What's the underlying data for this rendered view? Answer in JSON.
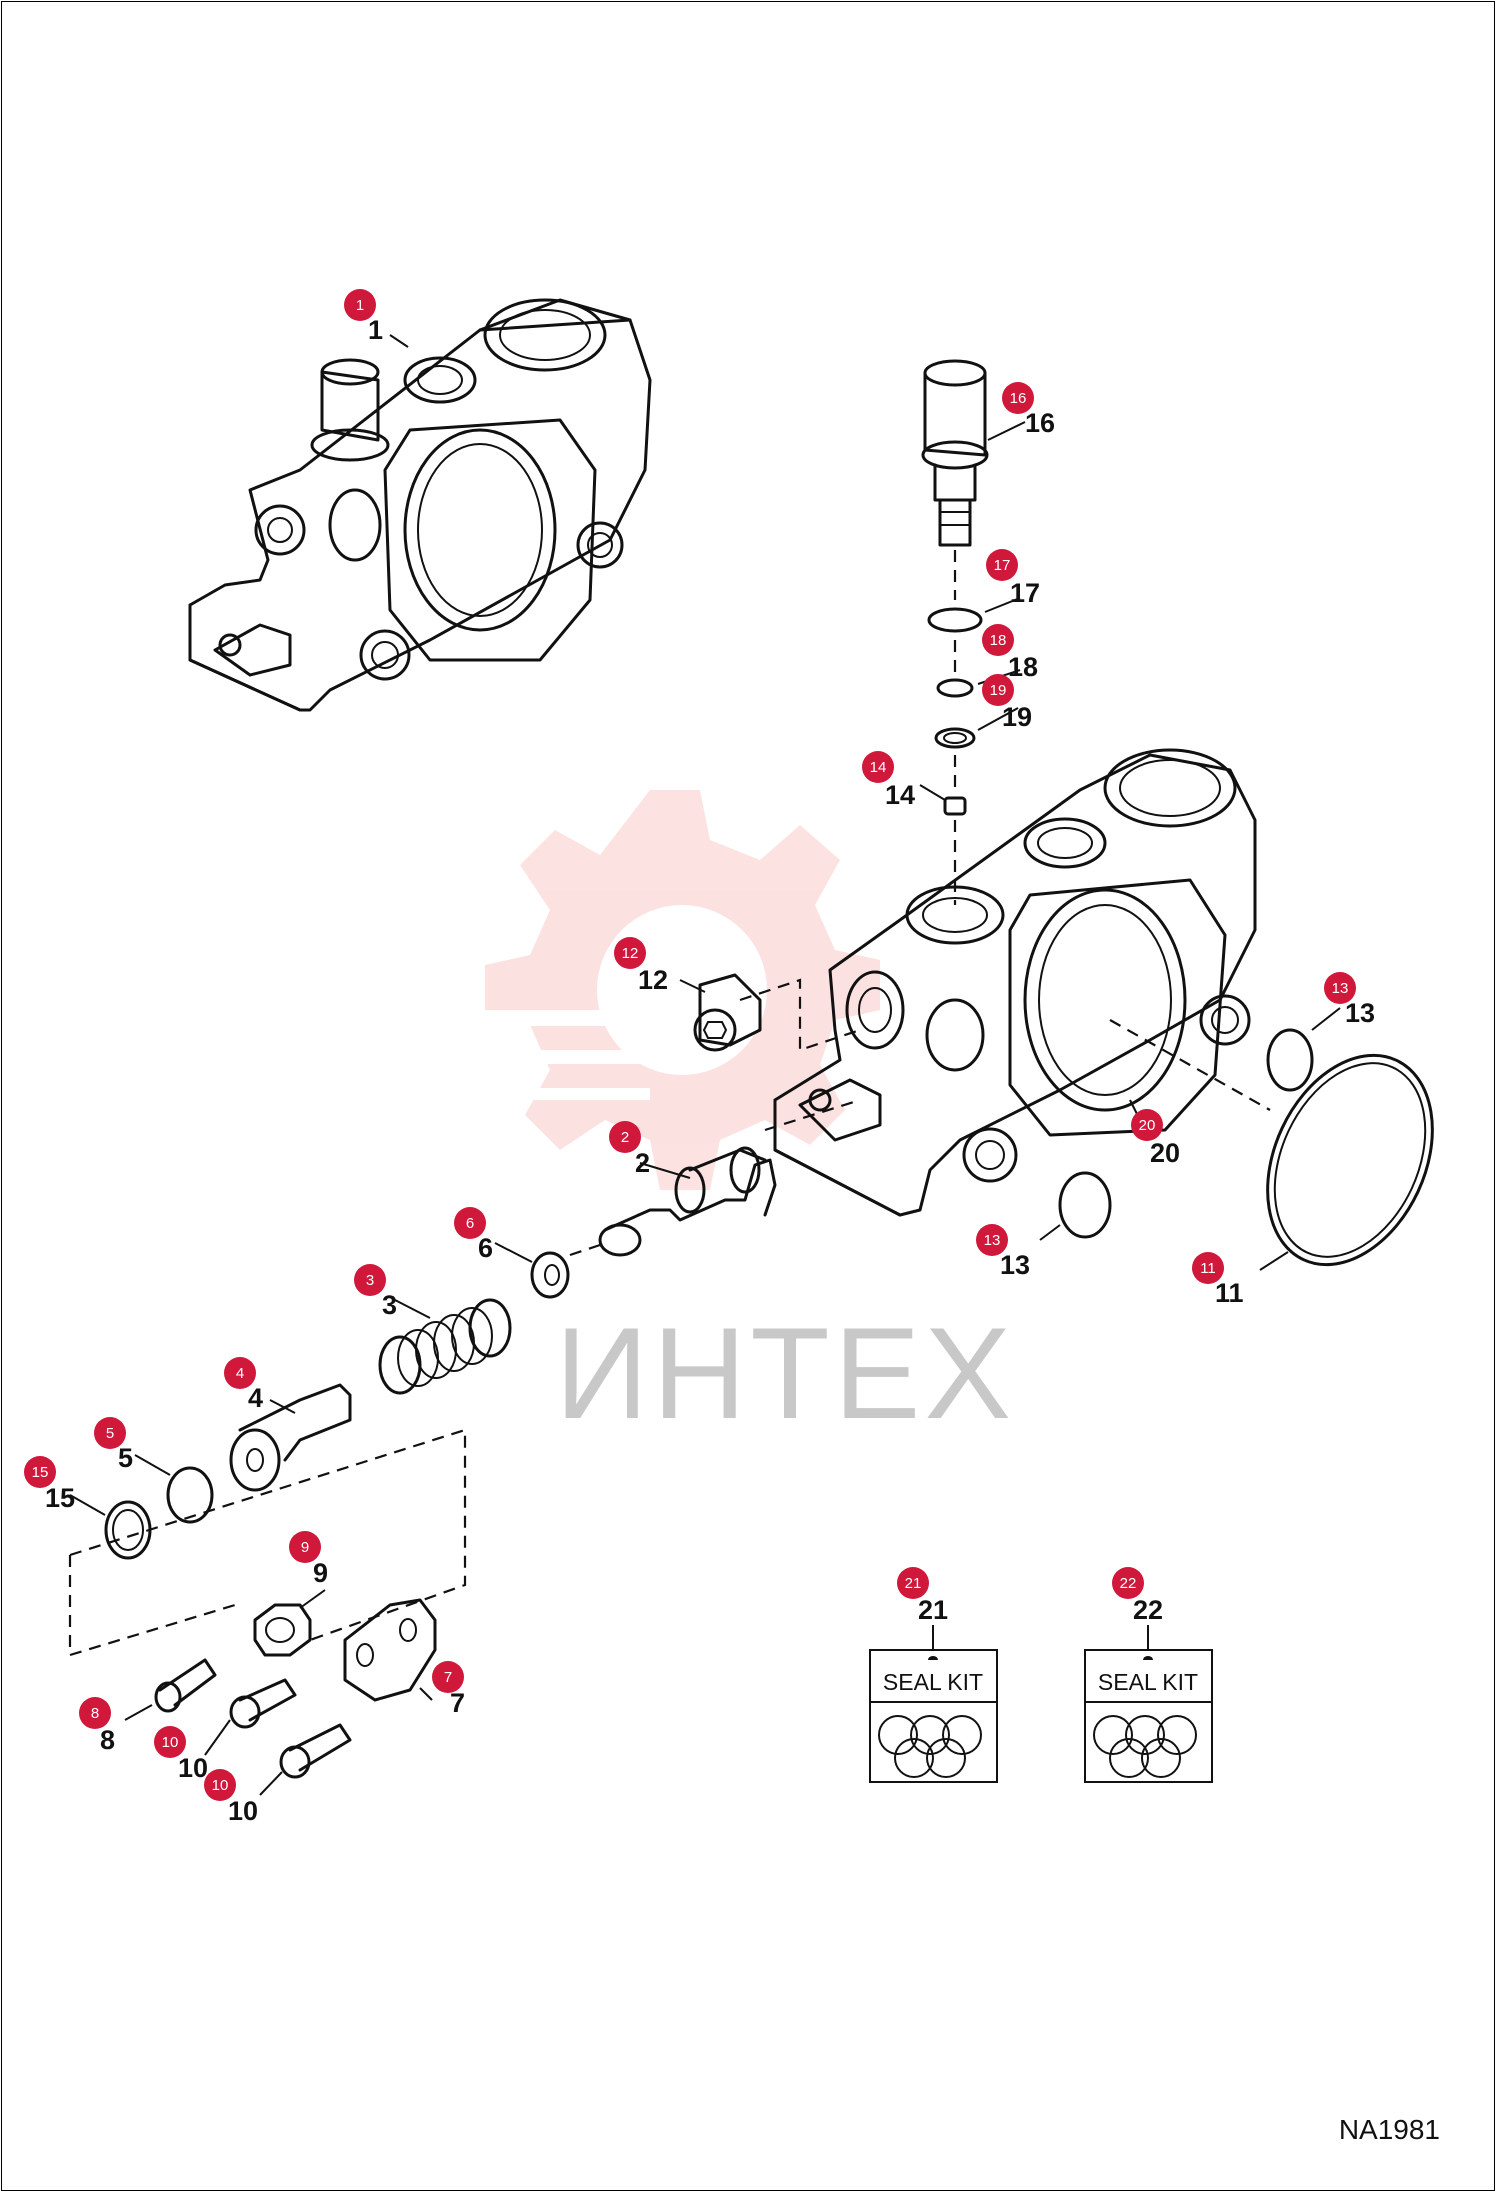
{
  "drawing_code": "NA1981",
  "watermark": {
    "text": "ИНТЕХ",
    "color": "#f04a4a"
  },
  "callout_color": "#d0183b",
  "parts": [
    {
      "id": "1",
      "label": "1"
    },
    {
      "id": "2",
      "label": "2"
    },
    {
      "id": "3",
      "label": "3"
    },
    {
      "id": "4",
      "label": "4"
    },
    {
      "id": "5",
      "label": "5"
    },
    {
      "id": "6",
      "label": "6"
    },
    {
      "id": "7",
      "label": "7"
    },
    {
      "id": "8",
      "label": "8"
    },
    {
      "id": "9",
      "label": "9"
    },
    {
      "id": "10a",
      "label": "10"
    },
    {
      "id": "10b",
      "label": "10"
    },
    {
      "id": "11",
      "label": "11"
    },
    {
      "id": "12",
      "label": "12"
    },
    {
      "id": "13a",
      "label": "13"
    },
    {
      "id": "13b",
      "label": "13"
    },
    {
      "id": "14",
      "label": "14"
    },
    {
      "id": "15",
      "label": "15"
    },
    {
      "id": "16",
      "label": "16"
    },
    {
      "id": "17",
      "label": "17"
    },
    {
      "id": "18",
      "label": "18"
    },
    {
      "id": "19",
      "label": "19"
    },
    {
      "id": "20",
      "label": "20"
    },
    {
      "id": "21",
      "label": "21"
    },
    {
      "id": "22",
      "label": "22"
    }
  ],
  "seal_kits": [
    {
      "id": "21",
      "text": "SEAL KIT"
    },
    {
      "id": "22",
      "text": "SEAL KIT"
    }
  ]
}
